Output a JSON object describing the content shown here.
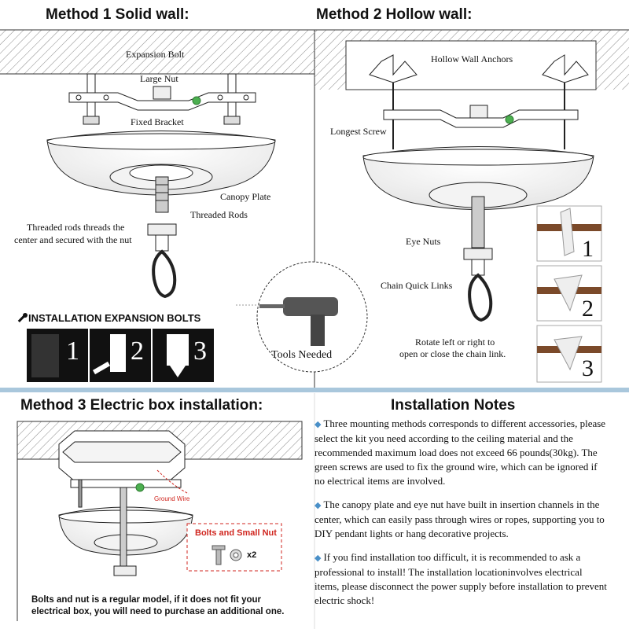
{
  "method1": {
    "title": "Method 1 Solid wall:",
    "labels": {
      "expansion_bolt": "Expansion Bolt",
      "large_nut": "Large Nut",
      "fixed_bracket": "Fixed Bracket",
      "canopy_plate": "Canopy Plate",
      "threaded_rods": "Threaded Rods",
      "threaded_note_line1": "Threaded rods threads the",
      "threaded_note_line2": "center and secured with the nut"
    },
    "install_title": "INSTALLATION EXPANSION BOLTS",
    "steps": [
      "1",
      "2",
      "3"
    ]
  },
  "method2": {
    "title": "Method 2 Hollow wall:",
    "labels": {
      "hollow_wall_anchors": "Hollow Wall Anchors",
      "longest_screw": "Longest Screw",
      "eye_nuts": "Eye Nuts",
      "chain_quick_links": "Chain Quick Links",
      "rotate_line1": "Rotate left or right to",
      "rotate_line2": "open or close the chain link."
    },
    "steps": [
      "1",
      "2",
      "3"
    ]
  },
  "tools": {
    "label": "Tools Needed"
  },
  "method3": {
    "title": "Method 3 Electric box installation:",
    "ground_wire": "Ground Wire",
    "bolts_title": "Bolts and Small Nut",
    "quantity": "x2",
    "caption_line1": "Bolts and nut is a regular model, if it does not fit your",
    "caption_line2": "electrical box, you will need to purchase an additional one."
  },
  "notes": {
    "title": "Installation Notes",
    "items": [
      "Three mounting methods corresponds to different accessories, please select the kit you need according to the ceiling material and the recommended maximum load does not exceed 66 pounds(30kg). The green screws are used to fix the ground wire, which can be ignored if no electrical items are involved.",
      "The canopy plate and eye nut have built in insertion channels in the center, which can easily pass through wires or ropes, supporting you to DIY pendant lights or hang decorative projects.",
      "If you find installation too difficult, it is recommended to ask a professional to install! The installation locationinvolves electrical items, please disconnect the power supply before installation to prevent electric shock!"
    ]
  },
  "colors": {
    "divider": "#a9c7dc",
    "accent": "#4a90c8",
    "red": "#d0261f",
    "wood": "#7b4a2a",
    "green": "#4caf50"
  }
}
